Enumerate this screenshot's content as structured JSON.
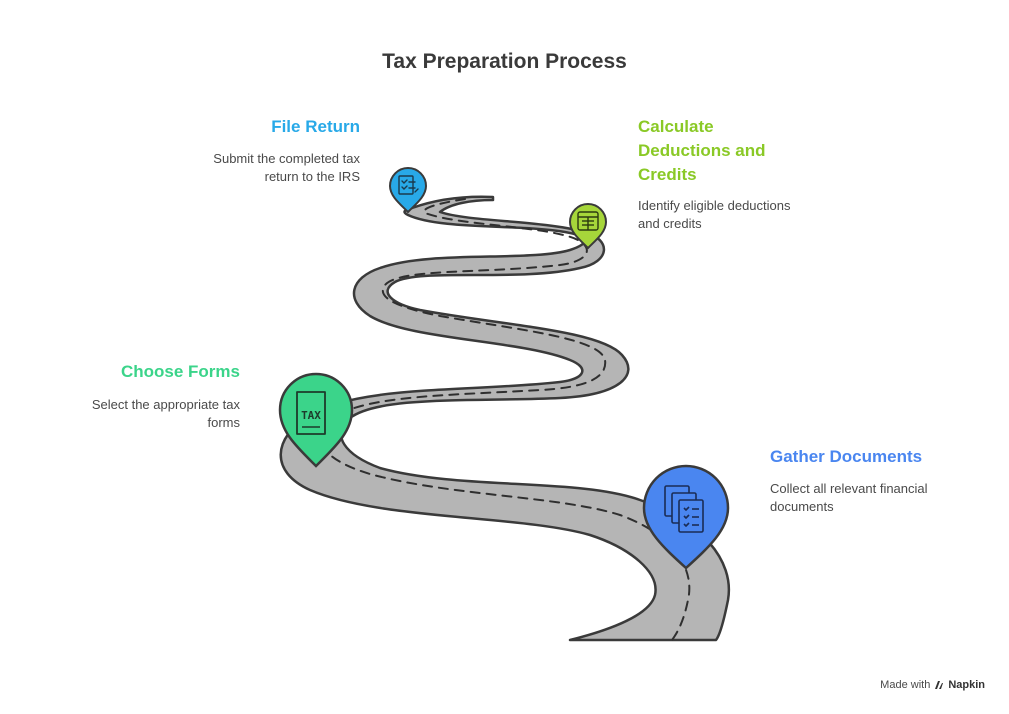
{
  "title": "Tax Preparation Process",
  "steps": [
    {
      "id": "file-return",
      "title": "File Return",
      "description_line1": "Submit the completed tax",
      "description_line2": "return to the IRS",
      "color": "#28a9e8",
      "icon": "document-checklist-icon"
    },
    {
      "id": "calculate-deductions",
      "title_line1": "Calculate",
      "title_line2": "Deductions and",
      "title_line3": "Credits",
      "description_line1": "Identify eligible deductions",
      "description_line2": "and credits",
      "color": "#8ac926",
      "icon": "calculator-icon"
    },
    {
      "id": "choose-forms",
      "title": "Choose Forms",
      "description_line1": "Select the appropriate tax",
      "description_line2": "forms",
      "color": "#3bd48a",
      "icon": "tax-form-icon",
      "icon_text": "TAX"
    },
    {
      "id": "gather-documents",
      "title": "Gather Documents",
      "description_line1": "Collect all relevant financial",
      "description_line2": "documents",
      "color": "#4a86f0",
      "icon": "stacked-documents-icon"
    }
  ],
  "footer": {
    "made_with": "Made with",
    "brand": "Napkin"
  }
}
